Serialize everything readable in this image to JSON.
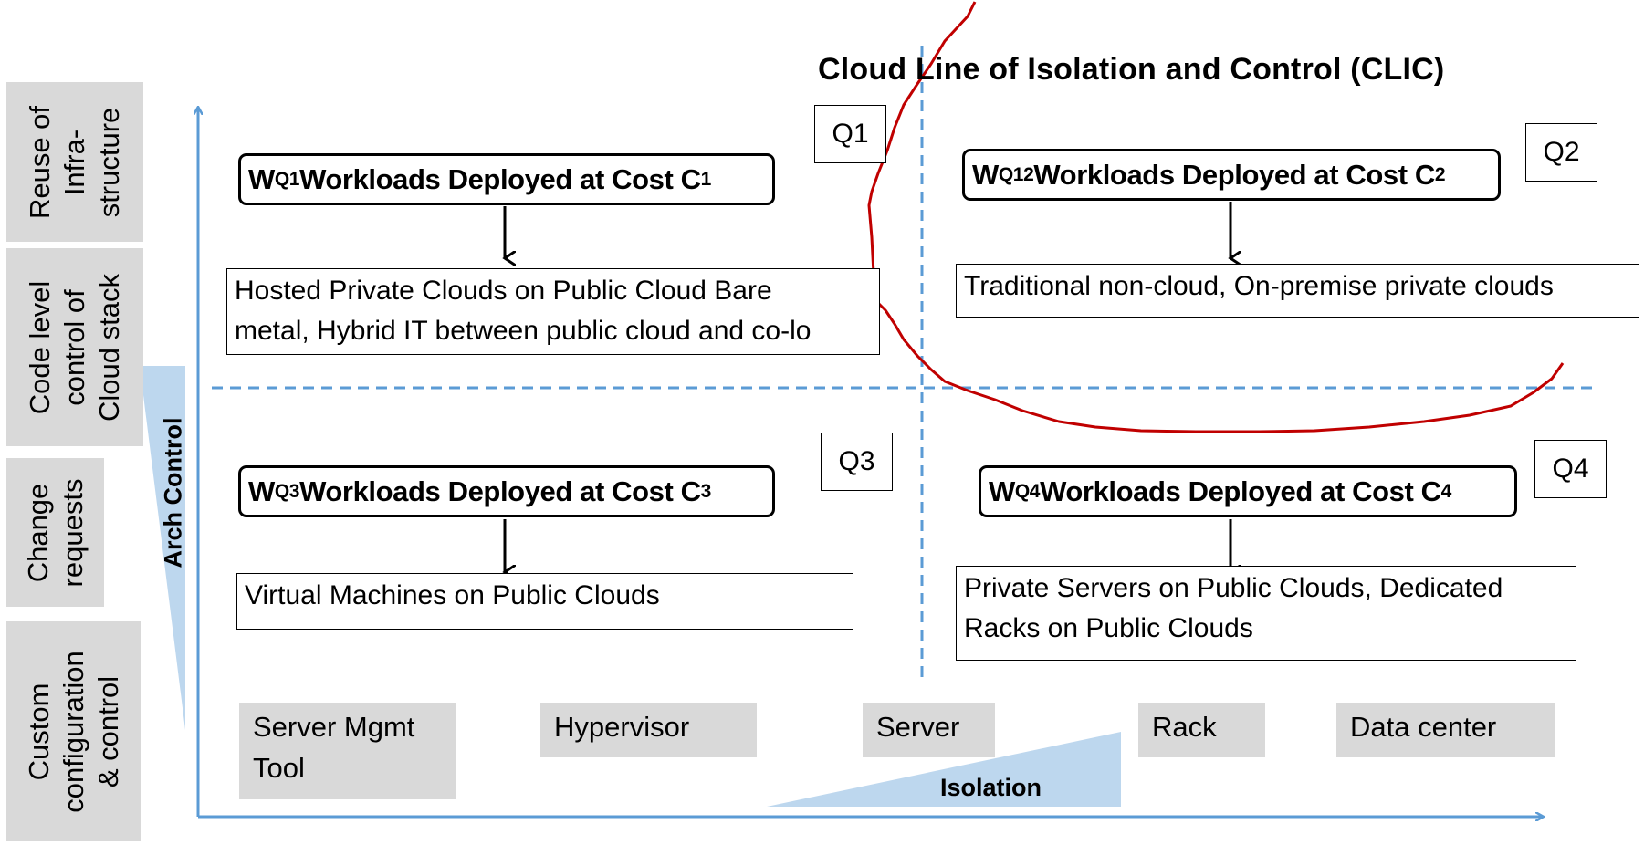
{
  "title": "Cloud Line of Isolation and  Control (CLIC)",
  "y_axis_labels": [
    {
      "text": "Reuse of\nInfra-\nstructure"
    },
    {
      "text": "Code level\ncontrol of\nCloud stack"
    },
    {
      "text": "Change\nrequests"
    },
    {
      "text": "Custom\nconfiguration\n& control"
    }
  ],
  "y_axis_name": "Arch Control",
  "x_axis_name": "Isolation",
  "x_axis_labels": [
    "Server Mgmt\nTool",
    "Hypervisor",
    "Server",
    "Rack",
    "Data center"
  ],
  "quadrants": {
    "q1": {
      "label": "Q1",
      "workload_pre": "W",
      "workload_sub": "Q1",
      "workload_text": " Workloads Deployed at Cost C",
      "cost_sub": "1",
      "description": "Hosted Private Clouds on Public Cloud Bare\nmetal, Hybrid IT between public cloud and co-lo"
    },
    "q2": {
      "label": "Q2",
      "workload_pre": "W",
      "workload_sub": "Q12",
      "workload_text": "Workloads Deployed at Cost C",
      "cost_sub": "2",
      "description": "Traditional non-cloud, On-premise private clouds"
    },
    "q3": {
      "label": "Q3",
      "workload_pre": "W",
      "workload_sub": "Q3",
      "workload_text": " Workloads Deployed at Cost C",
      "cost_sub": "3",
      "description": "Virtual Machines on Public Clouds"
    },
    "q4": {
      "label": "Q4",
      "workload_pre": "W",
      "workload_sub": "Q4",
      "workload_text": " Workloads Deployed at Cost C",
      "cost_sub": "4",
      "description": "Private Servers on Public Clouds, Dedicated\nRacks on Public Clouds"
    }
  },
  "colors": {
    "axis": "#5b9bd5",
    "wedge": "#bdd7ee",
    "clic_line": "#c00000",
    "label_bg": "#d9d9d9"
  }
}
